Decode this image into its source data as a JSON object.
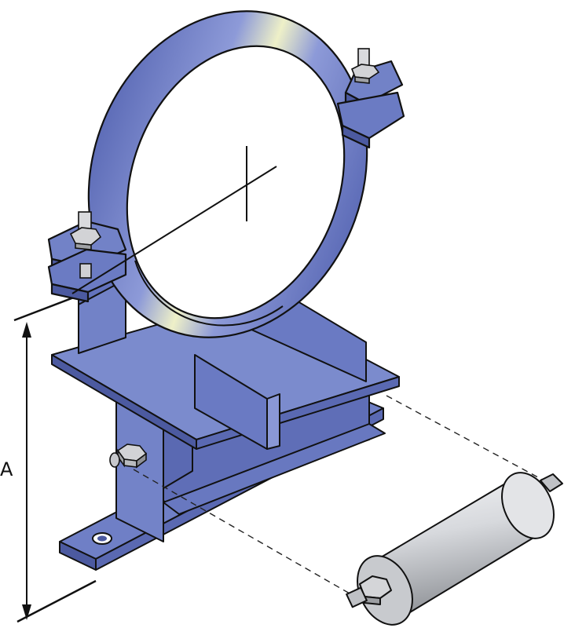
{
  "dimension": {
    "label": "A"
  },
  "colors": {
    "steel_blue": "#6f7fc6",
    "steel_blue_dark": "#4c5aa0",
    "steel_blue_light": "#9ba8e0",
    "highlight": "#f4f1c4",
    "roller_silver": "#d4d6da",
    "outline": "#111111"
  },
  "icons": [
    "pipe-clamp-ring",
    "hex-bolt",
    "roller",
    "base-plate",
    "dimension-arrow"
  ]
}
